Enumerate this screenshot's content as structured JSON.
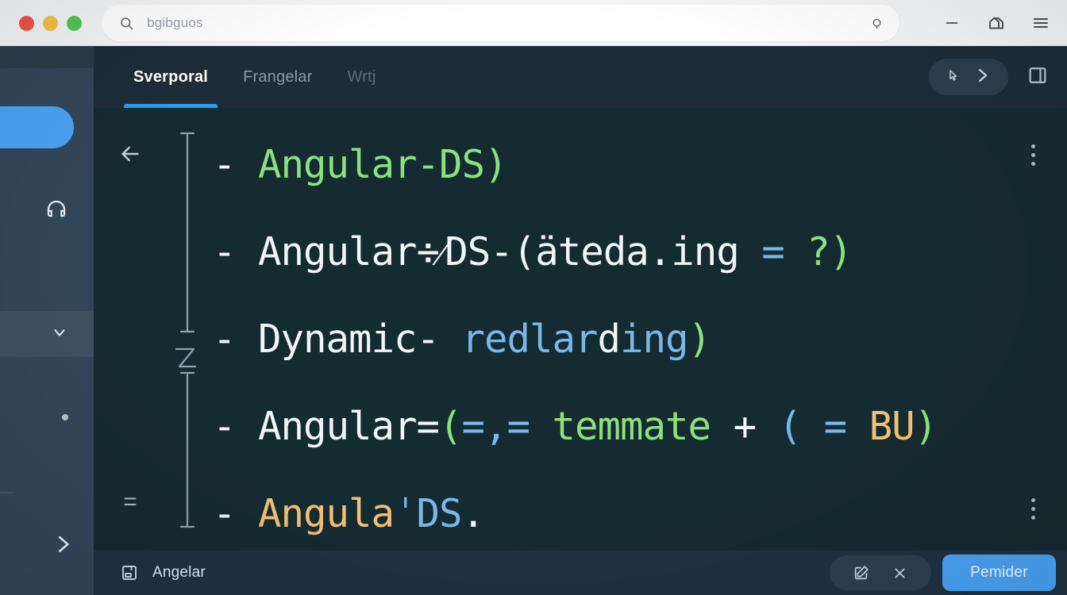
{
  "window": {
    "traffic_lights": [
      "close",
      "minimize",
      "maximize"
    ],
    "colors": {
      "close": "#f1534a",
      "minimize": "#f5c042",
      "maximize": "#52c755",
      "accent": "#4aa3f5",
      "tab_underline": "#2f9bf0",
      "content_bg": "#152b32",
      "tabbar_bg": "#1d2c38",
      "sidebar_bg": "#33475a",
      "bottombar_bg": "#1f3242"
    }
  },
  "omnibox": {
    "value": "bgibguos",
    "placeholder": "bgibguos",
    "search_icon": "search-icon",
    "end_icon": "voice-search-icon"
  },
  "titlebar_controls": [
    {
      "name": "minimize-button",
      "icon": "minimize-icon"
    },
    {
      "name": "restore-window-button",
      "icon": "restore-window-icon"
    },
    {
      "name": "main-menu-button",
      "icon": "hamburger-menu-icon"
    }
  ],
  "sidebar": {
    "items": [
      {
        "name": "sidebar-primary-pill",
        "icon": "pill-button"
      },
      {
        "name": "sidebar-item-headphones",
        "icon": "headphones-icon"
      },
      {
        "name": "sidebar-item-selected",
        "icon": "chevron-down-icon",
        "selected": true
      },
      {
        "name": "sidebar-item-dot",
        "icon": "dot-icon"
      },
      {
        "name": "sidebar-expand",
        "icon": "chevron-right-icon"
      }
    ]
  },
  "tabs": [
    {
      "label": "Sverporal",
      "active": true
    },
    {
      "label": "Frangelar",
      "active": false
    },
    {
      "label": "Wrtj",
      "active": false,
      "faded": true
    }
  ],
  "tabbar_right": {
    "pill": {
      "name": "cursor-next-pill",
      "icons": [
        "cursor-icon",
        "chevron-right-icon"
      ]
    },
    "panel": {
      "name": "toggle-panel-button",
      "icon": "panel-layout-icon"
    }
  },
  "content": {
    "back_button_icon": "back-arrow-icon",
    "equals_glyph": "=",
    "rail": {
      "name": "vertical-rail",
      "marker": "z-marker"
    },
    "overflow_menus": [
      {
        "name": "overflow-menu-top",
        "icon": "more-vertical-icon"
      },
      {
        "name": "overflow-menu-bottom",
        "icon": "more-vertical-icon"
      }
    ],
    "lines": [
      {
        "id": "line-1",
        "tokens": [
          {
            "text": "- ",
            "color": "white"
          },
          {
            "text": "Angular-DS)",
            "color": "green"
          }
        ]
      },
      {
        "id": "line-2",
        "tokens": [
          {
            "text": "- Angular÷⁄DS-(äteda.ing ",
            "color": "white"
          },
          {
            "text": "= ",
            "color": "blue"
          },
          {
            "text": "?)",
            "color": "green"
          }
        ]
      },
      {
        "id": "line-3",
        "tokens": [
          {
            "text": "- Dynamic- ",
            "color": "white"
          },
          {
            "text": "redlar",
            "color": "blue"
          },
          {
            "text": "d",
            "color": "white"
          },
          {
            "text": "ing",
            "color": "blue"
          },
          {
            "text": ")",
            "color": "green"
          }
        ]
      },
      {
        "id": "line-4",
        "tokens": [
          {
            "text": "- Angular=",
            "color": "white"
          },
          {
            "text": "(",
            "color": "green"
          },
          {
            "text": "=,=",
            "color": "blue"
          },
          {
            "text": " temmate ",
            "color": "green"
          },
          {
            "text": "+ ",
            "color": "white"
          },
          {
            "text": "( = ",
            "color": "blue"
          },
          {
            "text": "BU",
            "color": "orange"
          },
          {
            "text": ")",
            "color": "green"
          }
        ]
      },
      {
        "id": "line-5",
        "tokens": [
          {
            "text": "- ",
            "color": "white"
          },
          {
            "text": "Angula",
            "color": "orange"
          },
          {
            "text": "ˈDS",
            "color": "blue"
          },
          {
            "text": ".",
            "color": "white"
          }
        ]
      }
    ]
  },
  "bottombar": {
    "file_icon": "file-document-icon",
    "file_label": "Angelar",
    "pill_icons": [
      {
        "name": "edit-square-button",
        "icon": "edit-square-icon"
      },
      {
        "name": "close-button",
        "icon": "close-icon"
      }
    ],
    "primary_button": "Pemider"
  }
}
